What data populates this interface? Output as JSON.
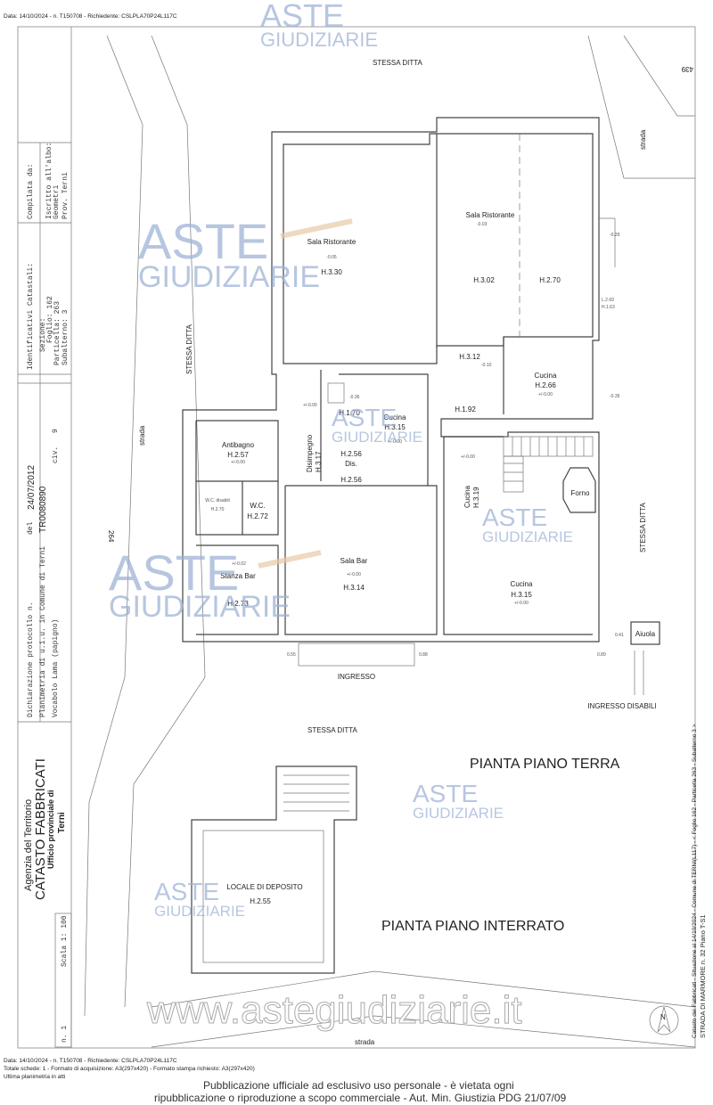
{
  "header": {
    "top_line": "Data: 14/10/2024 - n. T150708 - Richiedente: CSLPLA70P24L117C"
  },
  "title_block": {
    "compilata": [
      "Compilata da:",
      "Iscritto all'albo:",
      "Geometri",
      "Prov. Terni"
    ],
    "identificativi": [
      "Identificativi Catastali:",
      "Sezione:",
      "Foglio: 162",
      "Particella: 263",
      "Subalterno: 3"
    ],
    "dichiarazione": [
      "Dichiarazione protocollo n.",
      "del",
      "Planimetria di u.i.u. in Comune di Terni",
      "Vocabolo Lama (papigno)",
      "civ.",
      "9"
    ],
    "protocol_stamp": "TR0080890",
    "date_stamp": "24/07/2012",
    "agency": [
      "Agenzia del Territorio",
      "CATASTO FABBRICATI",
      "Ufficio provinciale di",
      "Terni"
    ],
    "scale": "Scala 1: 100",
    "sheet": "n. 1"
  },
  "plan": {
    "surroundings": {
      "top": "STESSA DITTA",
      "left": "STESSA DITTA",
      "right": "STESSA DITTA",
      "bottom": "STESSA DITTA",
      "road_left": "strada",
      "road_right": "strada",
      "road_bottom": "strada",
      "num_264": "264",
      "num_439": "439"
    },
    "rooms": [
      {
        "name": "Sala Ristorante",
        "level": "-0.05",
        "height": "H.3.30"
      },
      {
        "name": "Sala Ristorante",
        "level": "-0.03",
        "height": "H.3.02"
      },
      {
        "name": "",
        "level": "",
        "height": "H.2.70"
      },
      {
        "name": "",
        "level": "-0.10",
        "height": "H.3.12"
      },
      {
        "name": "Cucina",
        "level": "+/-0.00",
        "height": "H.2.66"
      },
      {
        "name": "",
        "level": "-0.36",
        "height": "H.1.70"
      },
      {
        "name": "Cucina",
        "level": "+/-0.00",
        "height": "H.3.15"
      },
      {
        "name": "",
        "level": "",
        "height": "H.1.92"
      },
      {
        "name": "Disimpegno",
        "level": "+/-0.00",
        "height": "H.3.17"
      },
      {
        "name": "Dis.",
        "level": "",
        "height": "H.2.56"
      },
      {
        "name": "",
        "level": "",
        "height": "H.2.56"
      },
      {
        "name": "Antibagno",
        "level": "+/-0.00",
        "height": "H.2.57"
      },
      {
        "name": "W.C. disabili",
        "level": "",
        "height": "H.2.70"
      },
      {
        "name": "W.C.",
        "level": "",
        "height": "H.2.72"
      },
      {
        "name": "Cucina",
        "level": "+/-0.00",
        "height": "H.3.19"
      },
      {
        "name": "Forno",
        "level": "",
        "height": ""
      },
      {
        "name": "Stanza Bar",
        "level": "+/-0.02",
        "height": "H.2.73"
      },
      {
        "name": "Sala Bar",
        "level": "+/-0.00",
        "height": "H.3.14"
      },
      {
        "name": "Cucina",
        "level": "+/-0.00",
        "height": "H.3.15"
      },
      {
        "name": "Aiuola",
        "level": "",
        "height": ""
      }
    ],
    "dims": {
      "side_l": "L.2.69",
      "side_h": "H.1.63",
      "lev_a": "-0.29",
      "lev_b": "-0.35",
      "lev_c": "0.41",
      "lev_d": "0.55",
      "lev_e": "0.88",
      "lev_f": "0.89"
    },
    "ingresso": "INGRESSO",
    "ingresso_disabili": "INGRESSO DISABILI",
    "ground_floor_title": "PIANTA PIANO TERRA",
    "basement_title": "PIANTA PIANO INTERRATO",
    "basement_room": {
      "name": "LOCALE DI DEPOSITO",
      "height": "H.2.55"
    }
  },
  "side_text": {
    "line1": "Catasto dei Fabbricati - Situazione al 14/10/2024 - Comune di TERNI(L117) - < Foglio 162 - Particella 263 - Subalterno 3 >",
    "line2": "STRADA DI MARMORE n. 32 Piano T-S1"
  },
  "footer": {
    "line1": "Data: 14/10/2024 - n. T150708 - Richiedente: CSLPLA70P24L117C",
    "line2": "Totale schede: 1 - Formato di acquisizione: A3(297x420) - Formato stampa richiesto: A3(297x420)",
    "line3": "Ultima planimetria in atti",
    "publication1": "Pubblicazione ufficiale ad esclusivo uso personale - è vietata ogni",
    "publication2": "ripubblicazione o riproduzione a scopo commerciale - Aut. Min. Giustizia PDG 21/07/09",
    "website": "www.astegiudiziarie.it"
  },
  "watermark": {
    "line1": "ASTE",
    "line2": "GIUDIZIARIE",
    "color": "#9fb3d6",
    "gavel_color": "#e8c9a8"
  },
  "north_arrow": "N"
}
